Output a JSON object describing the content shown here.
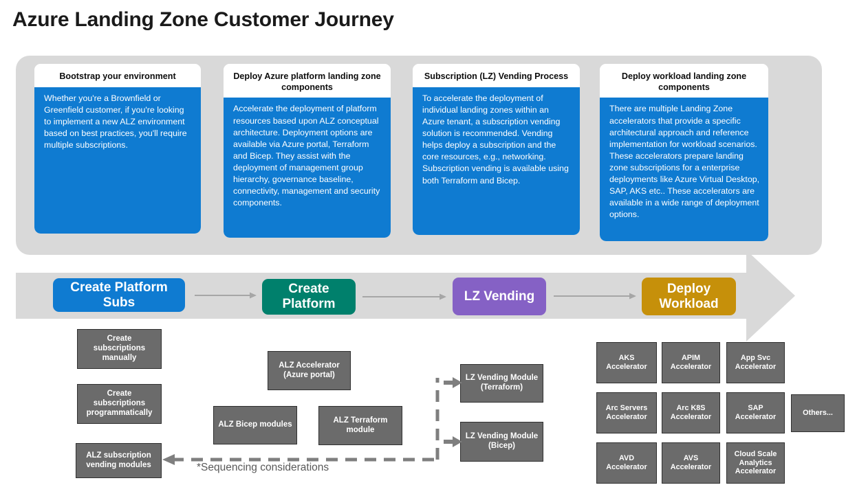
{
  "page": {
    "title": "Azure Landing Zone Customer Journey"
  },
  "cards": [
    {
      "id": "bootstrap",
      "heading": "Bootstrap your environment",
      "body": "Whether you're a Brownfield or Greenfield customer, if you're looking to implement a new ALZ environment based on best practices, you'll require multiple subscriptions."
    },
    {
      "id": "deploy-platform",
      "heading": "Deploy Azure platform landing zone components",
      "body": "Accelerate the deployment of platform resources based upon ALZ conceptual architecture. Deployment options are available via Azure portal, Terraform and Bicep. They assist with the deployment of management group hierarchy, governance baseline, connectivity, management and security components."
    },
    {
      "id": "subscription-vending",
      "heading": "Subscription (LZ) Vending Process",
      "body": "To accelerate the deployment of individual landing zones within an Azure tenant, a subscription vending solution is recommended. Vending helps deploy a subscription and the core resources, e.g., networking. Subscription vending is available using both Terraform and Bicep."
    },
    {
      "id": "deploy-workload",
      "heading": "Deploy workload landing zone components",
      "body": "There are multiple Landing Zone accelerators that provide a specific architectural approach and reference implementation for workload scenarios. These accelerators prepare landing zone subscriptions for a enterprise deployments like Azure Virtual Desktop, SAP, AKS etc.. These accelerators are available in a wide range of deployment options."
    }
  ],
  "steps": [
    {
      "id": "create-platform-subs",
      "label": "Create Platform Subs",
      "color": "#0f7bd1"
    },
    {
      "id": "create-platform",
      "label": "Create Platform",
      "color": "#00806c"
    },
    {
      "id": "lz-vending",
      "label": "LZ Vending",
      "color": "#8561c5"
    },
    {
      "id": "deploy-workload",
      "label": "Deploy Workload",
      "color": "#c6900a"
    }
  ],
  "left_column": [
    {
      "id": "create-subs-manually",
      "label": "Create subscriptions manually"
    },
    {
      "id": "create-subs-programmatically",
      "label": "Create subscriptions programmatically"
    },
    {
      "id": "alz-subscription-vending-modules",
      "label": "ALZ subscription vending modules"
    }
  ],
  "middle_column": [
    {
      "id": "alz-accelerator-azure-portal",
      "label": "ALZ Accelerator (Azure portal)"
    },
    {
      "id": "alz-bicep-modules",
      "label": "ALZ Bicep modules"
    },
    {
      "id": "alz-terraform-module",
      "label": "ALZ Terraform module"
    }
  ],
  "vending_modules": [
    {
      "id": "lz-vending-module-terraform",
      "label": "LZ Vending Module (Terraform)"
    },
    {
      "id": "lz-vending-module-bicep",
      "label": "LZ Vending Module (Bicep)"
    }
  ],
  "accelerators": [
    {
      "id": "aks-accelerator",
      "label": "AKS Accelerator"
    },
    {
      "id": "apim-accelerator",
      "label": "APIM Accelerator"
    },
    {
      "id": "app-svc-accelerator",
      "label": "App Svc Accelerator"
    },
    {
      "id": "arc-servers-accelerator",
      "label": "Arc Servers Accelerator"
    },
    {
      "id": "arc-k8s-accelerator",
      "label": "Arc K8S Accelerator"
    },
    {
      "id": "sap-accelerator",
      "label": "SAP Accelerator"
    },
    {
      "id": "others",
      "label": "Others..."
    },
    {
      "id": "avd-accelerator",
      "label": "AVD Accelerator"
    },
    {
      "id": "avs-accelerator",
      "label": "AVS Accelerator"
    },
    {
      "id": "cloud-scale-analytics-accelerator",
      "label": "Cloud Scale Analytics Accelerator"
    }
  ],
  "annotations": {
    "sequencing": "*Sequencing considerations"
  },
  "colors": {
    "panel_grey": "#d9d9d9",
    "box_grey": "#6b6b6b",
    "box_border": "#2f2f2f",
    "card_blue": "#0f7bd1",
    "connector_grey": "#a6a6a6",
    "dashed_grey": "#7f7f7f",
    "text_dark": "#1a1a1a",
    "text_muted": "#595959"
  }
}
